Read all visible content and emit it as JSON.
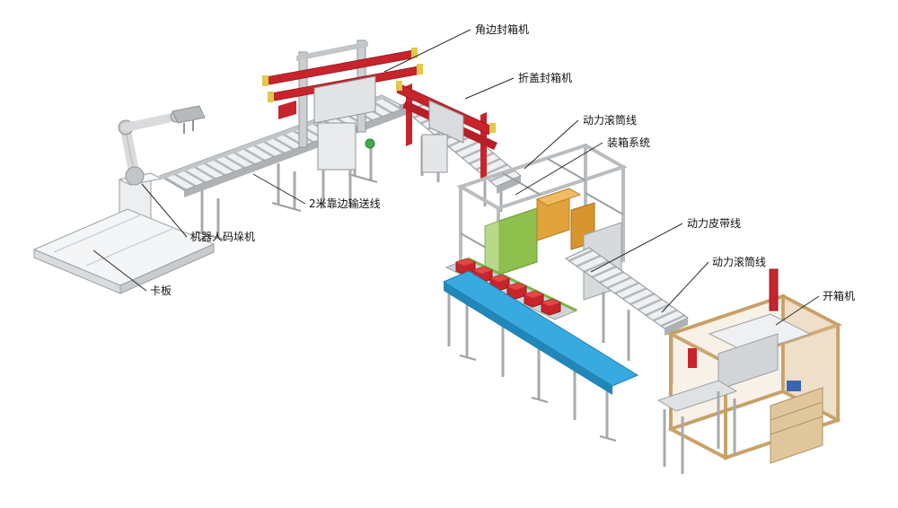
{
  "diagram": {
    "description": "isometric packaging line equipment layout",
    "labels": [
      {
        "text": "角边封箱机"
      },
      {
        "text": "折盖封箱机"
      },
      {
        "text": "动力滚筒线"
      },
      {
        "text": "装箱系统"
      },
      {
        "text": "动力皮带线"
      },
      {
        "text": "动力滚筒线"
      },
      {
        "text": "开箱机"
      },
      {
        "text": "2米靠边输送线"
      },
      {
        "text": "机器人码垛机"
      },
      {
        "text": "卡板"
      }
    ],
    "colors": {
      "machine_red": "#c8242b",
      "belt_blue": "#38aadf",
      "panel_green": "#8fbf4d",
      "box_orange": "#e2a23c",
      "panel_tan": "#d9b98a",
      "frame_gray": "#c3c6c9"
    }
  }
}
